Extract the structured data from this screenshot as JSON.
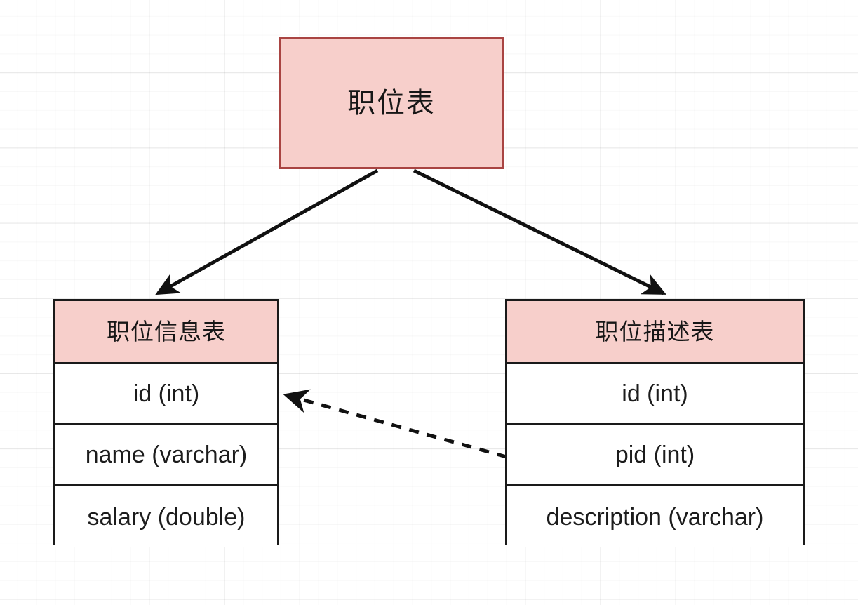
{
  "diagram": {
    "title": "职位表",
    "root": {
      "label": "职位表",
      "fill": "#f7cfcb",
      "border": "#a94442"
    },
    "entities": [
      {
        "id": "job-info",
        "header": "职位信息表",
        "header_fill": "#f7cfcb",
        "border": "#1a1a1a",
        "fields": [
          {
            "label": "id (int)"
          },
          {
            "label": "name (varchar)"
          },
          {
            "label": "salary (double)"
          }
        ]
      },
      {
        "id": "job-description",
        "header": "职位描述表",
        "header_fill": "#f7cfcb",
        "border": "#1a1a1a",
        "fields": [
          {
            "label": "id (int)"
          },
          {
            "label": "pid (int)"
          },
          {
            "label": "description (varchar)"
          }
        ]
      }
    ],
    "connectors": [
      {
        "id": "root-to-job-info",
        "style": "solid",
        "arrowhead": "filled",
        "from": "职位表",
        "to": "职位信息表"
      },
      {
        "id": "root-to-job-description",
        "style": "solid",
        "arrowhead": "filled",
        "from": "职位表",
        "to": "职位描述表"
      },
      {
        "id": "pid-to-id",
        "style": "dashed",
        "arrowhead": "open",
        "from": "pid (int)",
        "to": "id (int)"
      }
    ],
    "background": {
      "type": "graph-paper-grid",
      "minor_color": "#f2f2f2",
      "major_color": "#e0e0e0"
    }
  }
}
